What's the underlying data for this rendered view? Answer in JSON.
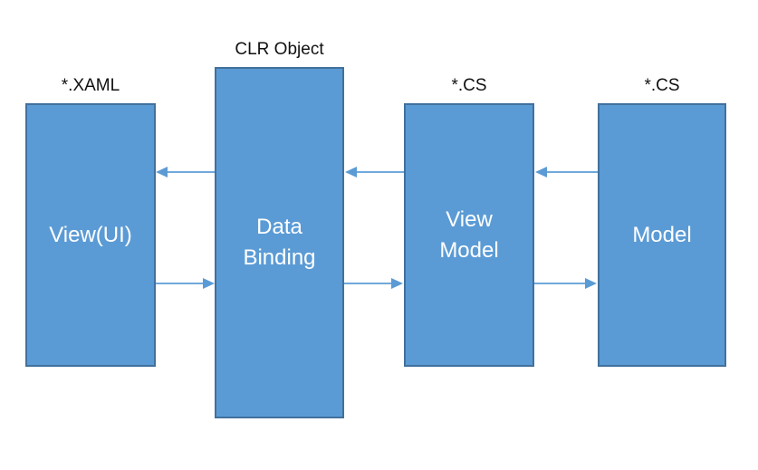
{
  "diagram": {
    "type": "architecture-flow",
    "topic": "MVVM data binding pattern",
    "colors": {
      "box_fill": "#5b9bd5",
      "box_border": "#41719c",
      "arrow": "#5b9bd5",
      "box_text": "#ffffff",
      "label_text": "#111111",
      "bg": "#ffffff"
    },
    "boxes": [
      {
        "id": "view",
        "file_label": "*.XAML",
        "lines": [
          "View(UI)"
        ]
      },
      {
        "id": "data-binding",
        "file_label": "CLR Object",
        "lines": [
          "Data",
          "Binding"
        ]
      },
      {
        "id": "view-model",
        "file_label": "*.CS",
        "lines": [
          "View",
          "Model"
        ]
      },
      {
        "id": "model",
        "file_label": "*.CS",
        "lines": [
          "Model"
        ]
      }
    ],
    "arrows": [
      {
        "from": "data-binding",
        "to": "view",
        "direction": "left"
      },
      {
        "from": "view-model",
        "to": "data-binding",
        "direction": "left"
      },
      {
        "from": "model",
        "to": "view-model",
        "direction": "left"
      },
      {
        "from": "view",
        "to": "data-binding",
        "direction": "right"
      },
      {
        "from": "data-binding",
        "to": "view-model",
        "direction": "right"
      },
      {
        "from": "view-model",
        "to": "model",
        "direction": "right"
      }
    ]
  }
}
